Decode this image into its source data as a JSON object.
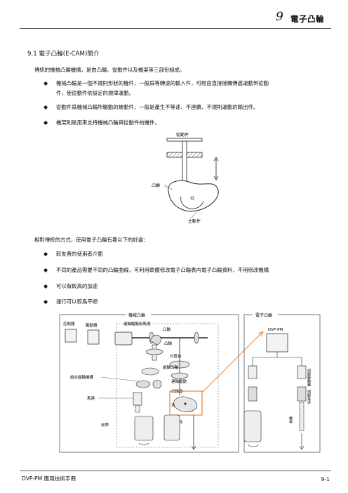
{
  "header": {
    "chapter_number": "9",
    "chapter_title": "電子凸輪"
  },
  "section": {
    "title": "9.1 電子凸輪(E-CAM)簡介"
  },
  "intro": "傳統的機械凸輪機構，是由凸輪、從動件以及機架等三部份組成。",
  "bullets_1": [
    {
      "mark": "◆",
      "line1": "機械凸輪是一個不規則形狀的機件，一般爲等轉速的輸入件，可經由直接接觸傳遞運動到從動",
      "line2": "件，使從動件依設定的規律運動。"
    },
    {
      "mark": "◆",
      "line1": "從動件爲機械凸輪所驅動的被動件，一般是產生不等速、不連續、不規則運動的輸出件。"
    },
    {
      "mark": "◆",
      "line1": "機架則是用來支持機械凸輪與從動件的機件。"
    }
  ],
  "cam_figure": {
    "label_follower_top": "從動件",
    "label_cam": "凸輪",
    "label_follower_bottom": "主動件"
  },
  "compare_intro": "相對傳統的方式，使用電子凸輪有著以下的好處：",
  "bullets_2": [
    {
      "mark": "◆",
      "text": "較友善的使用者介面"
    },
    {
      "mark": "◆",
      "text": "不同的產品需要不同的凸輪曲線，可利用軟體修改電子凸輪表內電子凸輪資料，不用修改機構"
    },
    {
      "mark": "◆",
      "text": "可以有較高的加速"
    },
    {
      "mark": "◆",
      "text": "運行可以較爲平順"
    }
  ],
  "system_figure": {
    "title_mechanical": "機械凸輪",
    "title_electronic": "電子凸輪",
    "controller": "控制器",
    "drive": "驅動器",
    "main_motor": "連軸驅動用馬達",
    "cam_small": "凸輪",
    "cam": "凸輪",
    "index_table": "分度台",
    "gear_cam": "齒輪凸輪",
    "shaft_drive": "連軸驅動",
    "multi_gear": "組合齒輪機構",
    "motor": "馬達",
    "belt": "皮帶",
    "cam_follower": "凸輪軸",
    "slider": "滑塊",
    "follower": "從動件",
    "dvp": "DVP-PM",
    "servo_drive_1": "伺服驅動器",
    "servo_motor": "伺服馬達",
    "screw": "螺桿"
  },
  "footer": {
    "left": "DVP-PM 應用技術手冊",
    "right": "9-1"
  }
}
